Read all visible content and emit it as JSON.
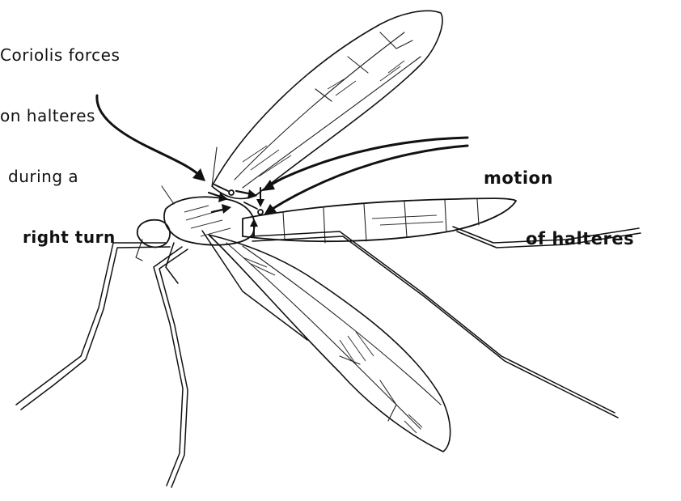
{
  "labels": {
    "coriolis": {
      "line1": "Coriolis forces",
      "line2": "on halteres",
      "line3": "during a",
      "line4": "right turn"
    },
    "motion": {
      "line1": "motion",
      "line2": "of halteres"
    }
  },
  "colors": {
    "ink": "#111111",
    "background": "#ffffff"
  }
}
